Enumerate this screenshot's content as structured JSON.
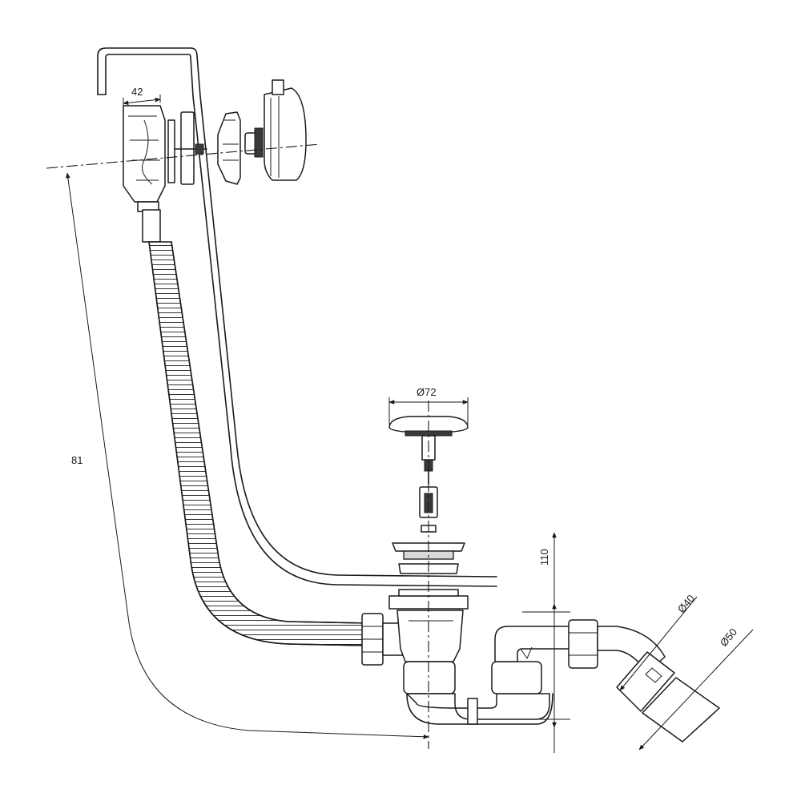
{
  "dimensions": {
    "overflow_width": "42",
    "overflow_height": "81",
    "plug_diameter": "Ø72",
    "trap_height": "110",
    "outlet_small": "Ø40",
    "outlet_large": "Ø50"
  },
  "colors": {
    "line": "#1a1a1a",
    "background": "#ffffff",
    "part_shade": "#d9d9d9"
  }
}
